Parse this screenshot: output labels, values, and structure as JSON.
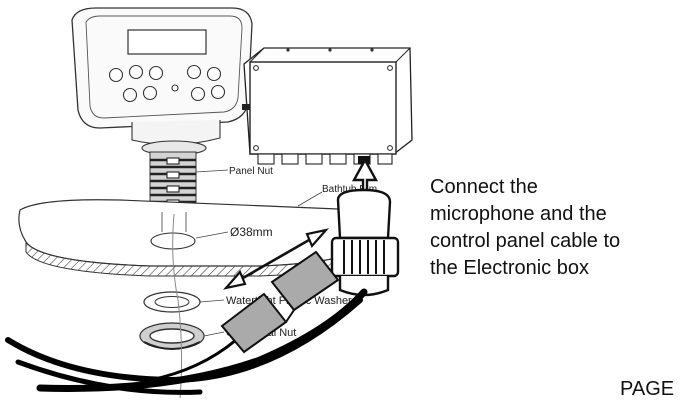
{
  "instruction": {
    "lines": [
      "Connect the",
      "microphone and the",
      "control panel cable to",
      "the Electronic box"
    ]
  },
  "labels": {
    "panel_nut": "Panel Nut",
    "bathtub_rim": "Bathtub Rim",
    "hole_diameter": "Ø38mm",
    "washer": "Watertight Plastic Washer",
    "nut": "Octagonal Nut"
  },
  "page": {
    "label": "PAGE"
  }
}
